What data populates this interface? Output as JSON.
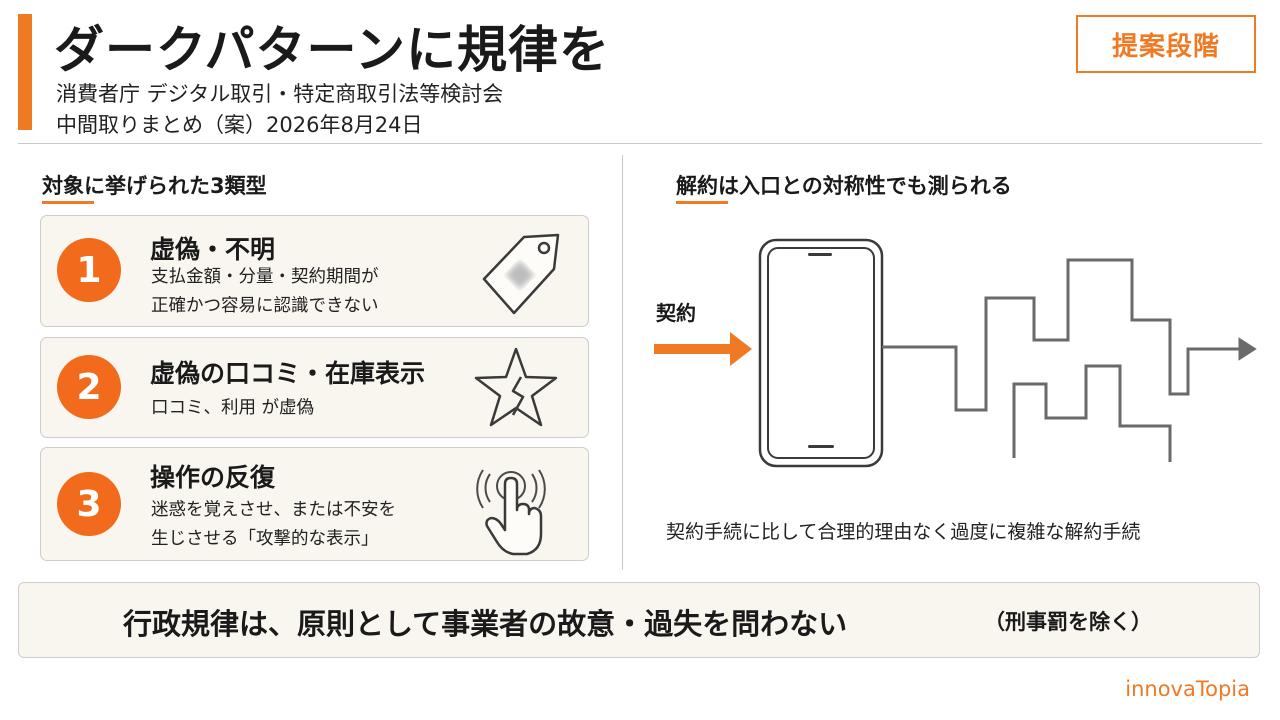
{
  "header": {
    "title": "ダークパターンに規律を",
    "subtitle_line1": "消費者庁 デジタル取引・特定商取引法等検討会",
    "subtitle_line2": "中間取りまとめ（案）2026年8月24日",
    "stage_badge": "提案段階"
  },
  "left_section": {
    "heading": "対象に挙げられた3類型",
    "items": [
      {
        "number": "1",
        "title": "虚偽・不明",
        "desc_line1": "支払金額・分量・契約期間が",
        "desc_line2": "正確かつ容易に認識できない",
        "icon": "price-tag-icon"
      },
      {
        "number": "2",
        "title": "虚偽の口コミ・在庫表示",
        "desc_line1": "口コミ、利用 が虚偽",
        "desc_line2": "",
        "icon": "broken-star-icon"
      },
      {
        "number": "3",
        "title": "操作の反復",
        "desc_line1": "迷惑を覚えさせ、または不安を",
        "desc_line2": "生じさせる「攻撃的な表示」",
        "icon": "tap-hand-icon"
      }
    ]
  },
  "right_section": {
    "heading": "解約は入口との対称性でも測られる",
    "contract_label": "契約",
    "caption": "契約手続に比して合理的理由なく過度に複雑な解約手続",
    "icons": [
      "smartphone-icon",
      "maze-arrow-icon"
    ]
  },
  "principle": {
    "main": "行政規律は、原則として事業者の故意・過失を問わない",
    "note": "（刑事罰を除く）"
  },
  "brand": "innovaTopia",
  "colors": {
    "accent": "#f07a24",
    "card_bg": "#f9f5ef",
    "number_circle": "#f26a1b"
  }
}
